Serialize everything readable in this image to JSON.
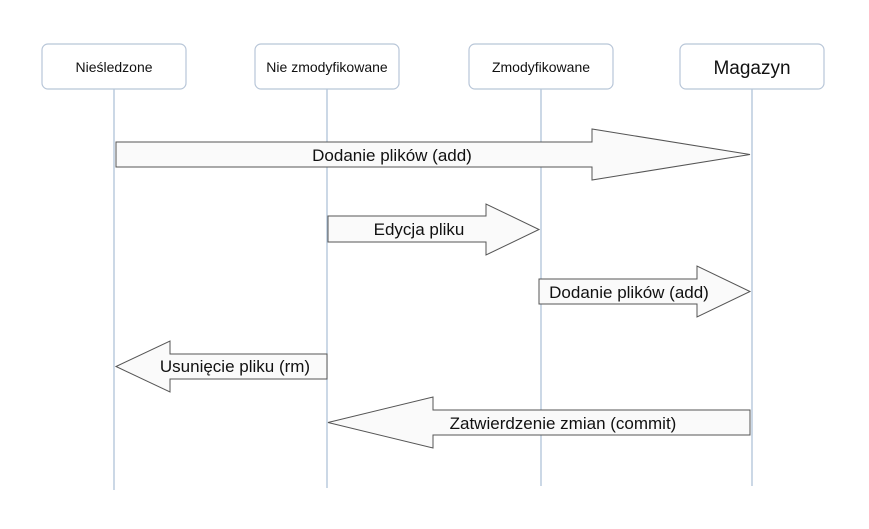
{
  "states": [
    {
      "label": "Nieśledzone"
    },
    {
      "label": "Nie zmodyfikowane"
    },
    {
      "label": "Zmodyfikowane"
    },
    {
      "label": "Magazyn"
    }
  ],
  "arrows": [
    {
      "label": "Dodanie plików (add)",
      "from": 0,
      "to": 3
    },
    {
      "label": "Edycja pliku",
      "from": 1,
      "to": 2
    },
    {
      "label": "Dodanie plików (add)",
      "from": 2,
      "to": 3
    },
    {
      "label": "Usunięcie pliku (rm)",
      "from": 1,
      "to": 0
    },
    {
      "label": "Zatwierdzenie zmian (commit)",
      "from": 3,
      "to": 1
    }
  ],
  "colors": {
    "line": "#a9bfd6",
    "box_border": "#b8c6d8",
    "arrow_border": "#555555",
    "arrow_fill": "#fafafa"
  }
}
